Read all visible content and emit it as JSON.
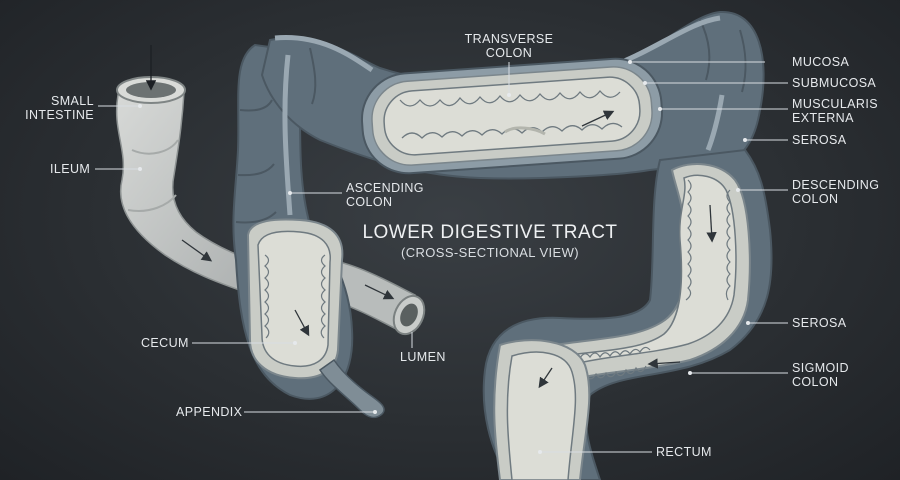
{
  "title": "LOWER DIGESTIVE TRACT",
  "subtitle": "(CROSS-SECTIONAL VIEW)",
  "labels": {
    "small_intestine": [
      "SMALL",
      "INTESTINE"
    ],
    "ileum": "ILEUM",
    "transverse_colon": [
      "TRANSVERSE",
      "COLON"
    ],
    "ascending_colon": [
      "ASCENDING",
      "COLON"
    ],
    "mucosa": "MUCOSA",
    "submucosa": "SUBMUCOSA",
    "muscularis_externa": [
      "MUSCULARIS",
      "EXTERNA"
    ],
    "serosa_top": "SEROSA",
    "descending_colon": [
      "DESCENDING",
      "COLON"
    ],
    "serosa_bottom": "SEROSA",
    "sigmoid_colon": [
      "SIGMOID",
      "COLON"
    ],
    "cecum": "CECUM",
    "lumen": "LUMEN",
    "appendix": "APPENDIX",
    "rectum": "RECTUM"
  },
  "colors": {
    "background": "#2b2f33",
    "outer_wall": "#5f6f7b",
    "serosa_band": "#9aa8b2",
    "submucosa": "#c9ccc6",
    "lumen": "#d9dad3",
    "small_intestine": "#c6c8c6",
    "leader_line": "#d8dde2"
  }
}
